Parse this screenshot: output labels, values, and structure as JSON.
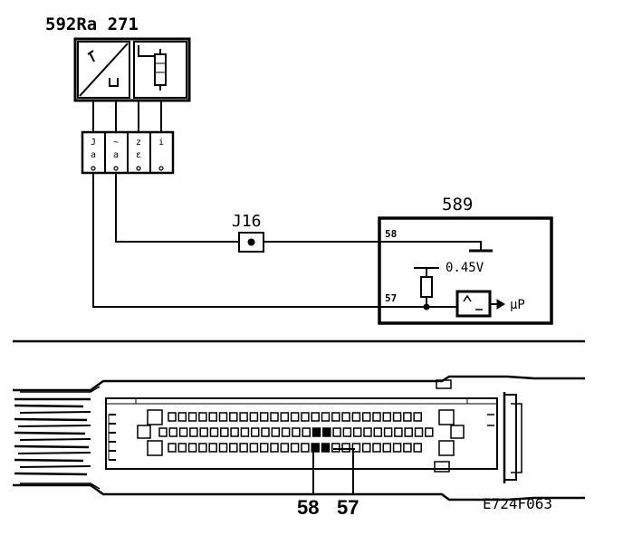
{
  "labels": {
    "sensor_label": "592Ra 271",
    "ecu_label": "589",
    "junction_label": "J16",
    "pin_58_label": "58",
    "pin_57_label": "57",
    "voltage_label": "0.45V",
    "output_label": "µP",
    "connector_pin_58": "58",
    "connector_pin_57": "57",
    "figure_code": "E724F063"
  },
  "plug_pins": [
    {
      "top": "J",
      "bottom": "a"
    },
    {
      "top": "~",
      "bottom": "a"
    },
    {
      "top": "z",
      "bottom": "ɛ"
    },
    {
      "top": "i",
      "bottom": ""
    }
  ]
}
